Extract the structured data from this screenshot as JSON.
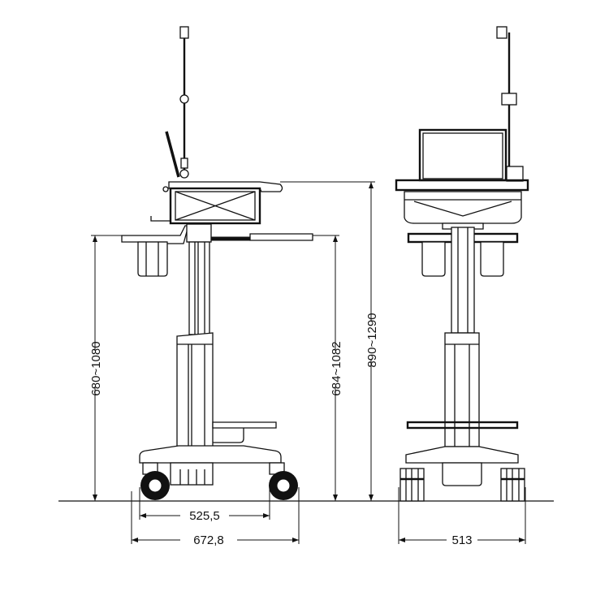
{
  "dimensions": {
    "side_height_tray": "680~1080",
    "side_height_keyboard": "684~1082",
    "side_height_top": "890~1290",
    "wheelbase": "525,5",
    "overall_depth": "672,8",
    "overall_width": "513"
  }
}
